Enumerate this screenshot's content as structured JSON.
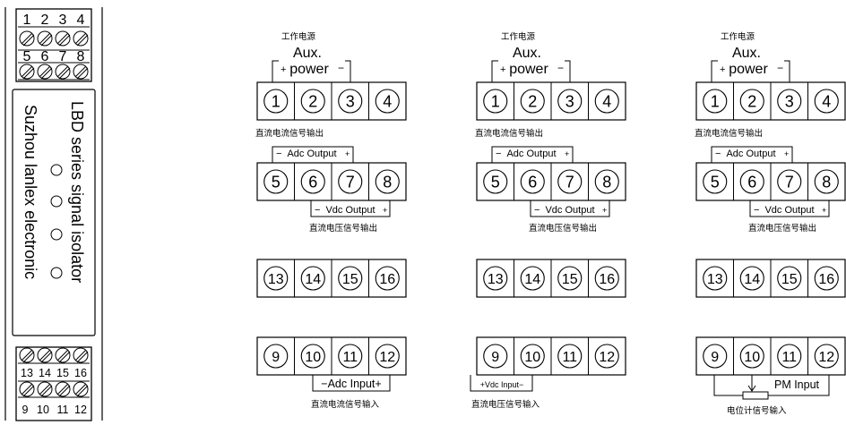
{
  "device": {
    "top_terminals": [
      "1",
      "2",
      "3",
      "4",
      "5",
      "6",
      "7",
      "8"
    ],
    "bottom_terminals": [
      "13",
      "14",
      "15",
      "16",
      "9",
      "10",
      "11",
      "12"
    ],
    "series_label": "LBD series signal isolator",
    "maker_label": "Suzhou lanlex electronic"
  },
  "common": {
    "power_cn": "工作电源",
    "power_aux": "Aux.",
    "power_word": "power",
    "plus": "+",
    "minus": "−",
    "adc_out_cn": "直流电流信号输出",
    "adc_out": "Adc Output",
    "vdc_out": "Vdc Output",
    "vdc_out_cn": "直流电压信号输出",
    "row1": [
      "1",
      "2",
      "3",
      "4"
    ],
    "row2": [
      "5",
      "6",
      "7",
      "8"
    ],
    "row3": [
      "13",
      "14",
      "15",
      "16"
    ],
    "row4": [
      "9",
      "10",
      "11",
      "12"
    ]
  },
  "diagrams": [
    {
      "input_label": "−Adc Input+",
      "input_cn": "直流电流信号输入"
    },
    {
      "input_label": "+Vdc Input−",
      "input_cn": "直流电压信号输入"
    },
    {
      "input_label": "PM Input",
      "input_cn": "电位计信号输入"
    }
  ]
}
